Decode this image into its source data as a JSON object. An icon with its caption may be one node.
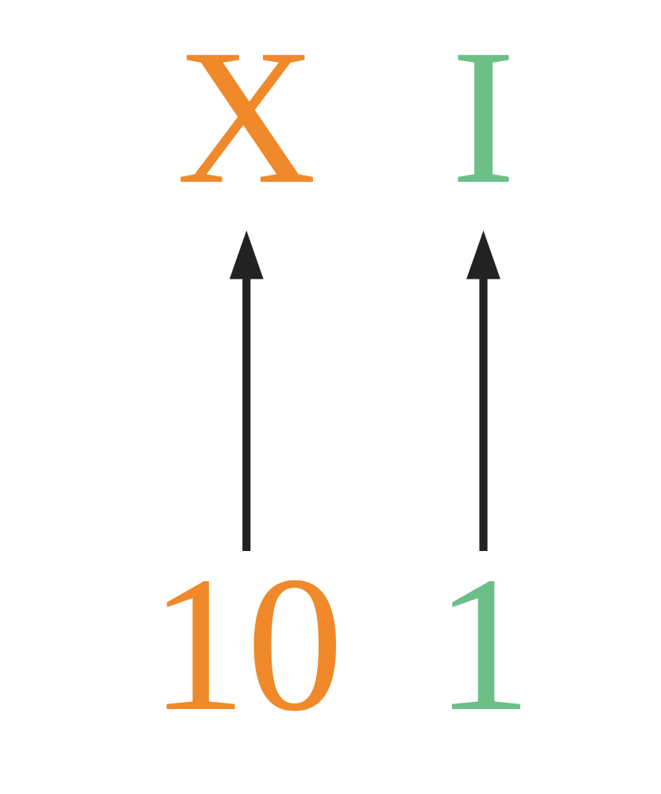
{
  "diagram": {
    "nodes": [
      {
        "text": [
          "X"
        ]
      },
      {
        "text": [
          "I"
        ]
      },
      {
        "text": [
          "10"
        ]
      },
      {
        "text": [
          "1"
        ]
      }
    ],
    "edges": [
      {
        "from": 2,
        "to": 0,
        "arrow": "to"
      },
      {
        "from": 3,
        "to": 1,
        "arrow": "to"
      }
    ]
  }
}
